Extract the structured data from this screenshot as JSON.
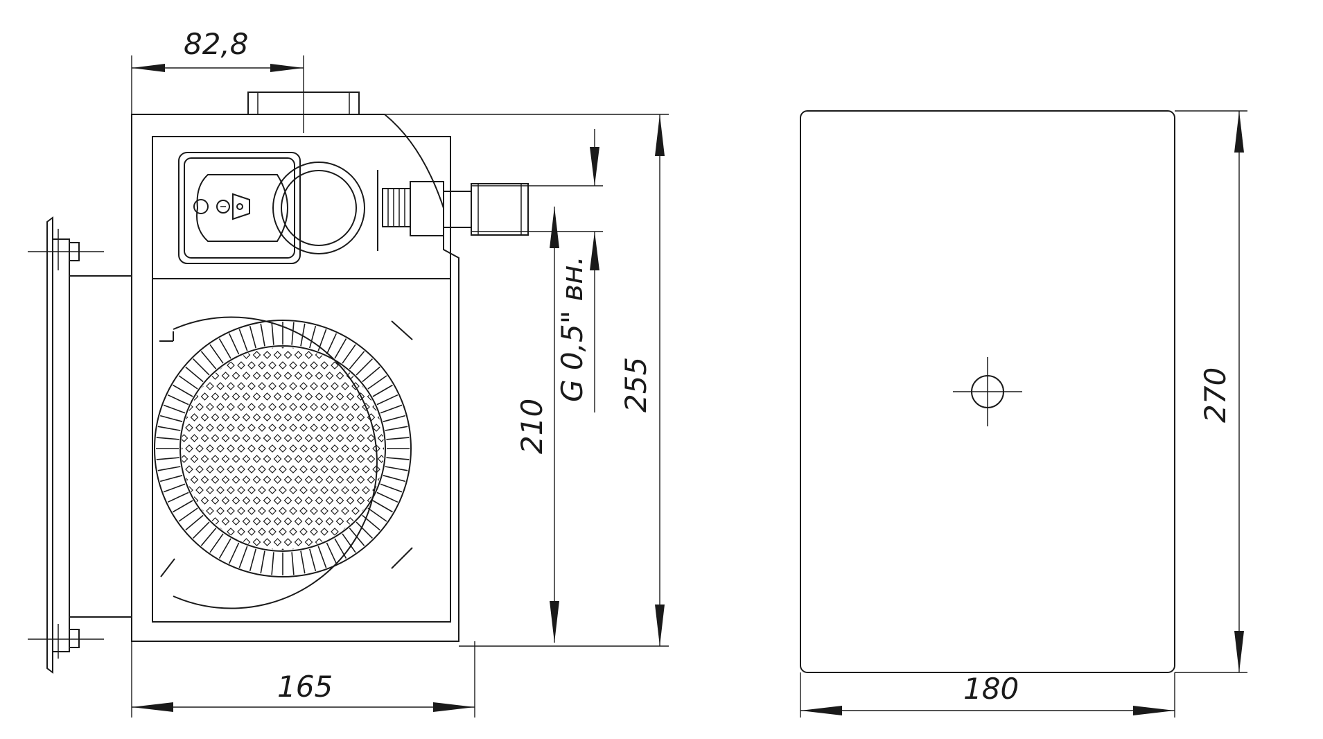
{
  "front_view": {
    "dim_top_width": "82,8",
    "dim_bottom_width": "165",
    "dim_outlet_height": "210",
    "dim_thread": "G 0,5\" вн.",
    "dim_total_height": "255"
  },
  "side_view": {
    "dim_width": "180",
    "dim_height": "270"
  },
  "colors": {
    "line": "#1a1a1a",
    "background": "#ffffff"
  }
}
